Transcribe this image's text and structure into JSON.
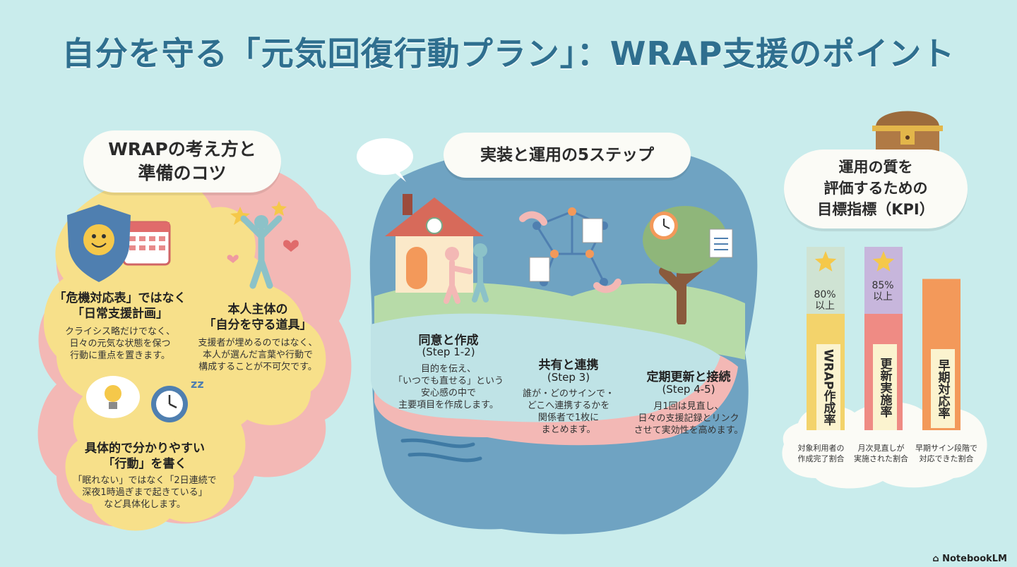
{
  "title": "自分を守る「元気回復行動プラン」：WRAP支援のポイント",
  "left": {
    "heading": "WRAPの考え方と\n準備のコツ",
    "items": [
      {
        "title": "「危機対応表」ではなく\n「日常支援計画」",
        "body": "クライシス略だけでなく、\n日々の元気な状態を保つ\n行動に重点を置きます。"
      },
      {
        "title": "本人主体の\n「自分を守る道具」",
        "body": "支援者が埋めるのではなく、\n本人が選んだ言葉や行動で\n構成することが不可欠です。"
      },
      {
        "title": "具体的で分かりやすい\n「行動」を書く",
        "body": "「眠れない」ではなく「2日連続で\n深夜1時過ぎまで起きている」\nなど具体化します。"
      }
    ]
  },
  "center": {
    "heading": "実装と運用の5ステップ",
    "steps": [
      {
        "title": "同意と作成",
        "sub": "(Step 1-2)",
        "body": "目的を伝え、\n「いつでも直せる」という\n安心感の中で\n主要項目を作成します。"
      },
      {
        "title": "共有と連携",
        "sub": "(Step 3)",
        "body": "誰が・どのサインで・\nどこへ連携するかを\n関係者で1枚に\nまとめます。"
      },
      {
        "title": "定期更新と接続",
        "sub": "(Step 4-5)",
        "body": "月1回は見直し、\n日々の支援記録とリンク\nさせて実効性を高めます。"
      }
    ]
  },
  "right": {
    "heading": "運用の質を\n評価するための\n目標指標（KPI）",
    "kpis": [
      {
        "name": "WRAP作成率",
        "target": "80%\n以上",
        "level": 0.8,
        "color": "#f3d36b",
        "top_color": "#cfe3d3",
        "note": "対象利用者の\n作成完了割合"
      },
      {
        "name": "更新実施率",
        "target": "85%\n以上",
        "level": 0.85,
        "color": "#ef8b84",
        "top_color": "#c7b6dc",
        "note": "月次見直しが\n実施された割合"
      },
      {
        "name": "早期対応率",
        "target": "",
        "level": 0.65,
        "color": "#f3995a",
        "top_color": "#f3995a",
        "note": "早期サイン段階で\n対応できた割合"
      }
    ]
  },
  "brand": "NotebookLM",
  "colors": {
    "background": "#c9ecec",
    "title": "#2f6f8f",
    "yellow": "#f7e08a",
    "pink": "#f3b8b5",
    "blue": "#6fa3c2"
  }
}
